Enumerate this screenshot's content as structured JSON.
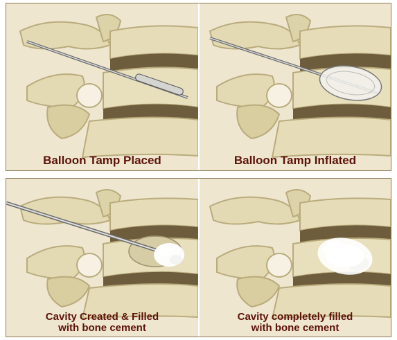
{
  "panels": {
    "top_left": {
      "caption": "Balloon Tamp Placed"
    },
    "top_right": {
      "caption": "Balloon Tamp Inflated"
    },
    "bottom_left": {
      "caption_line1": "Cavity Created & Filled",
      "caption_line2": "with bone cement"
    },
    "bottom_right": {
      "caption_line1": "Cavity completely filled",
      "caption_line2": "with bone cement"
    }
  },
  "colors": {
    "background": "#efe6d0",
    "bone": "#e3dab4",
    "bone_shadow": "#b9ab7c",
    "disc": "#6e5d3c",
    "caption": "#5c1208",
    "cement": "#ffffff"
  }
}
